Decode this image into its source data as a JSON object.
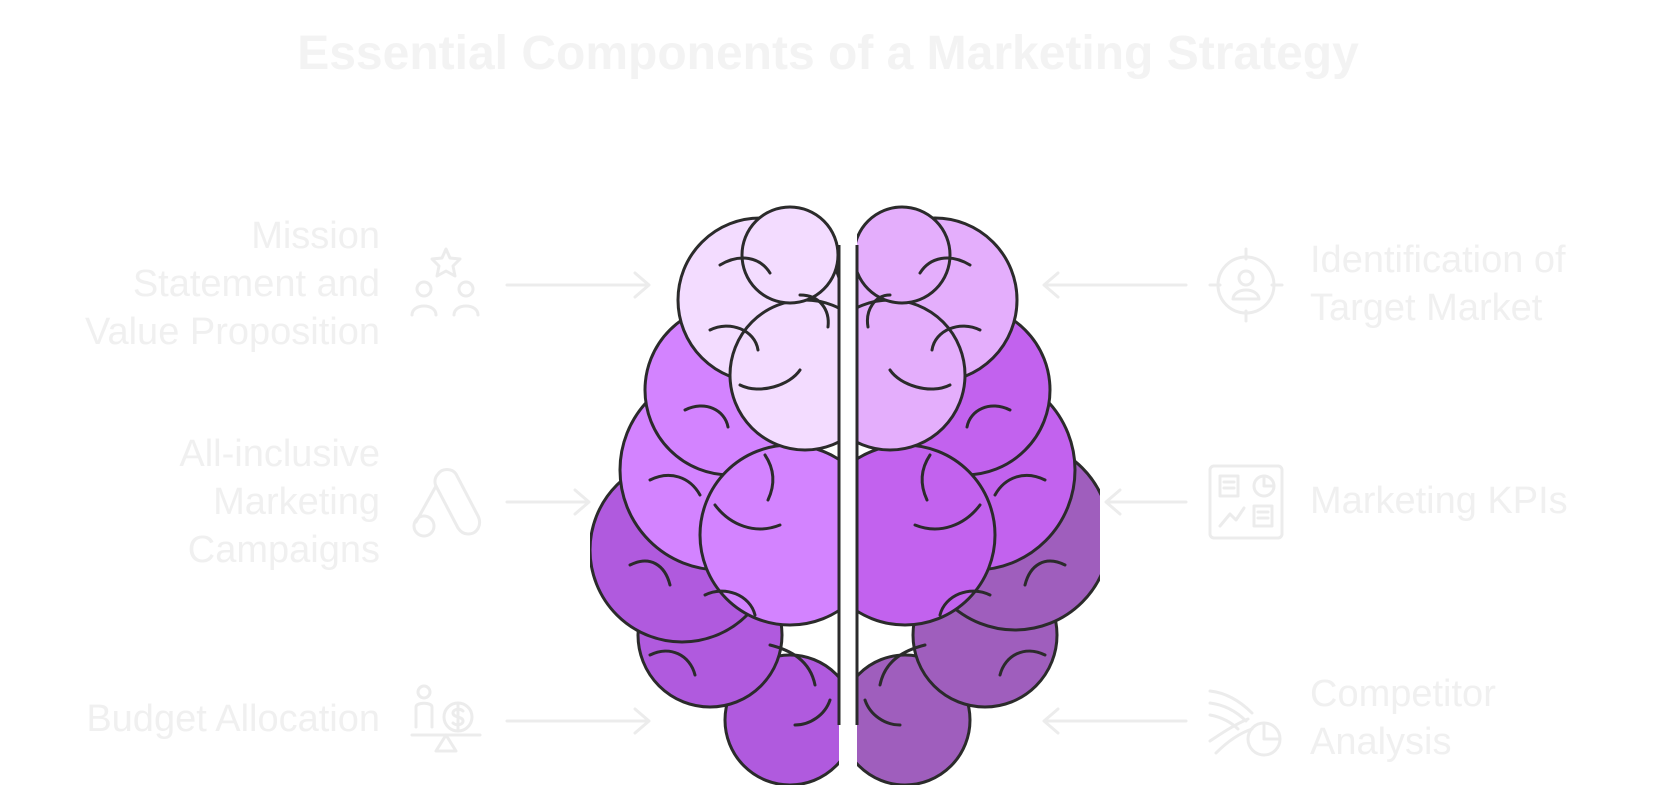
{
  "title": "Essential Components of a Marketing Strategy",
  "colors": {
    "outline": "#2b2b2b",
    "faint_text": "#f0f0f0",
    "faint_icon": "#ececec",
    "lobe_light_left": "#f3dcff",
    "lobe_light_right": "#e4aefc",
    "lobe_mid_left": "#d383ff",
    "lobe_mid_right": "#c262ee",
    "lobe_deep_left": "#b05ade",
    "lobe_deep_right": "#9f5ebd"
  },
  "items": {
    "mission": {
      "line1": "Mission",
      "line2": "Statement and",
      "line3": "Value Proposition",
      "icon": "people-star-icon"
    },
    "campaigns": {
      "line1": "All-inclusive",
      "line2": "Marketing",
      "line3": "Campaigns",
      "icon": "adwords-icon"
    },
    "budget": {
      "line1": "Budget Allocation",
      "icon": "person-money-icon"
    },
    "target": {
      "line1": "Identification of",
      "line2": "Target Market",
      "icon": "target-person-icon"
    },
    "kpis": {
      "line1": "Marketing KPIs",
      "icon": "dashboard-icon"
    },
    "competitor": {
      "line1": "Competitor",
      "line2": "Analysis",
      "icon": "competitor-chart-icon"
    }
  }
}
